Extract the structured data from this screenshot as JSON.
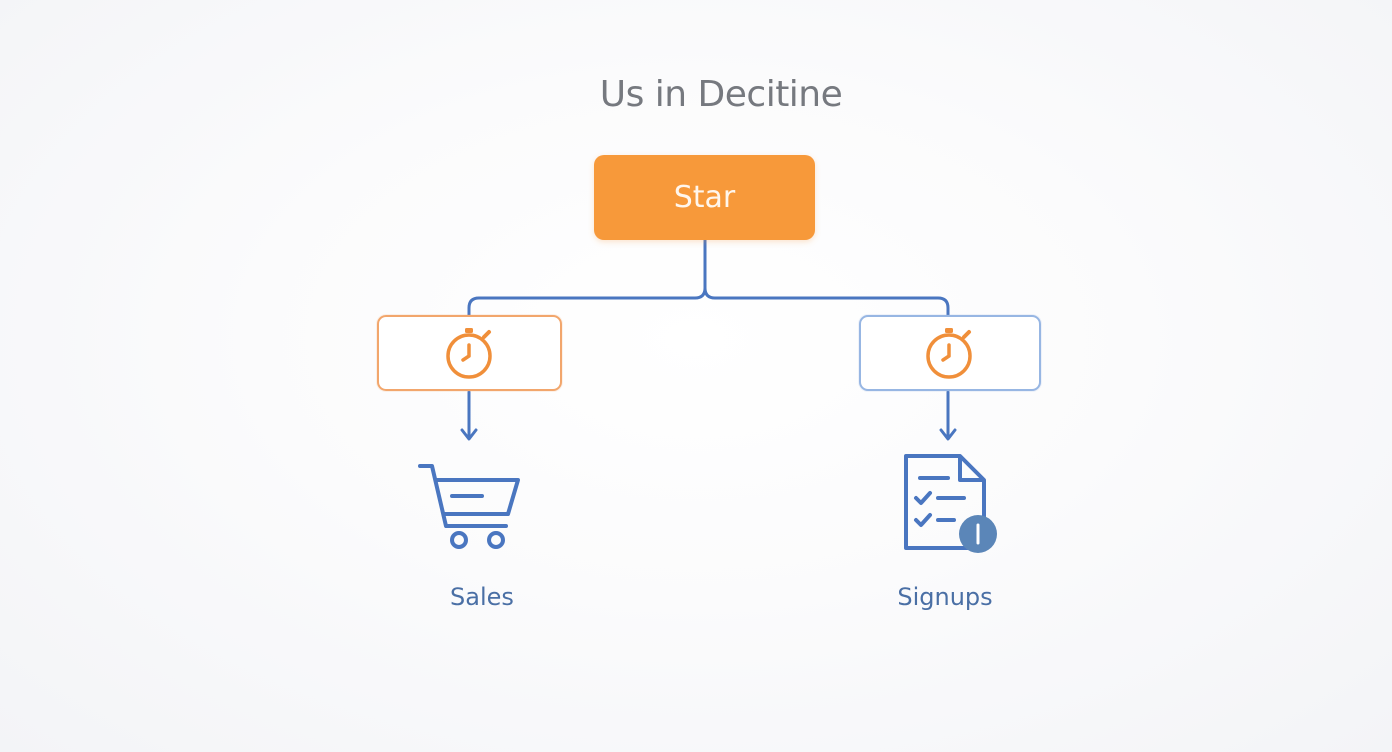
{
  "diagram": {
    "title": "Us in Decitine",
    "start": {
      "label": "Star"
    },
    "branches": [
      {
        "node_icon": "stopwatch-icon",
        "outcome_icon": "shopping-cart-icon",
        "outcome_label": "Sales"
      },
      {
        "node_icon": "stopwatch-icon",
        "outcome_icon": "checklist-document-icon",
        "outcome_label": "Signups"
      }
    ]
  },
  "colors": {
    "orange_accent": "#f7993a",
    "blue_accent": "#4a76c0",
    "title_gray": "#76797f"
  }
}
